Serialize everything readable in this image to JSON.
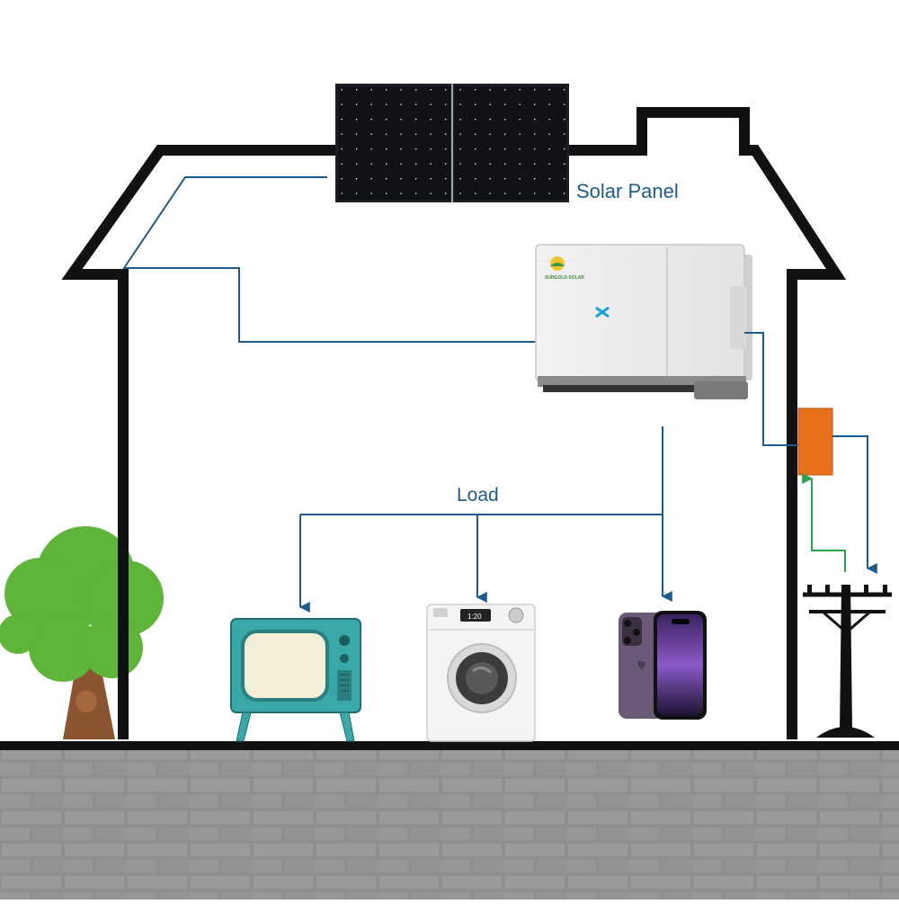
{
  "labels": {
    "solar_panel": "Solar Panel",
    "load": "Load",
    "inverter_brand": "SUNGOLD SOLAR",
    "washer_display": "1:20"
  },
  "colors": {
    "house_outline": "#111111",
    "wire": "#1f5b8a",
    "return_wire": "#2aa34a",
    "meter": "#e8701a",
    "ground": "#8c8c8c",
    "tree_leaves": "#5fb43a",
    "tree_trunk": "#8a5530",
    "tv_body": "#3aa7a8",
    "phone": "#6a5a78"
  }
}
